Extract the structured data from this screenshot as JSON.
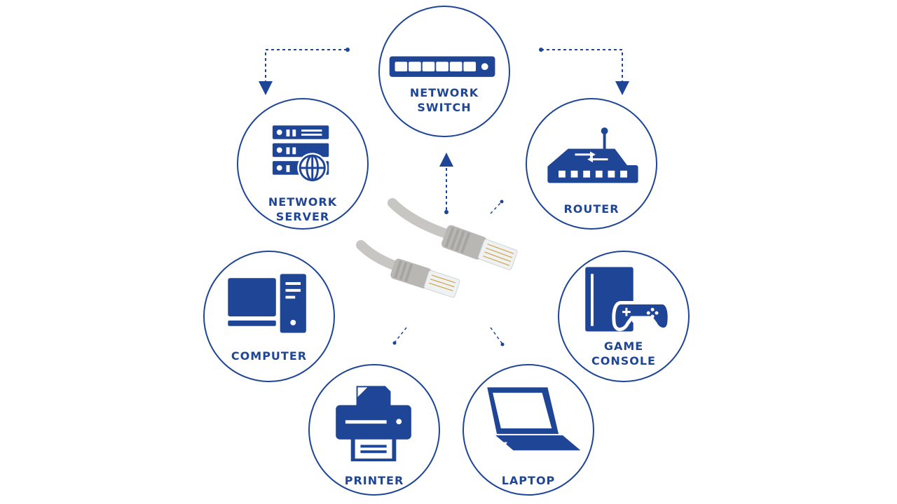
{
  "colors": {
    "accent": "#1f4596",
    "cable": "#c8c6c2",
    "background": "#ffffff"
  },
  "nodes": {
    "switch": {
      "line1": "NETWORK",
      "line2": "SWITCH",
      "icon": "network-switch-icon"
    },
    "server": {
      "line1": "NETWORK",
      "line2": "SERVER",
      "icon": "network-server-icon"
    },
    "router": {
      "line1": "ROUTER",
      "line2": "",
      "icon": "router-icon"
    },
    "computer": {
      "line1": "COMPUTER",
      "line2": "",
      "icon": "computer-icon"
    },
    "game": {
      "line1": "GAME",
      "line2": "CONSOLE",
      "icon": "game-console-icon"
    },
    "printer": {
      "line1": "PRINTER",
      "line2": "",
      "icon": "printer-icon"
    },
    "laptop": {
      "line1": "LAPTOP",
      "line2": "",
      "icon": "laptop-icon"
    }
  },
  "center": {
    "image": "ethernet-cable-image"
  }
}
